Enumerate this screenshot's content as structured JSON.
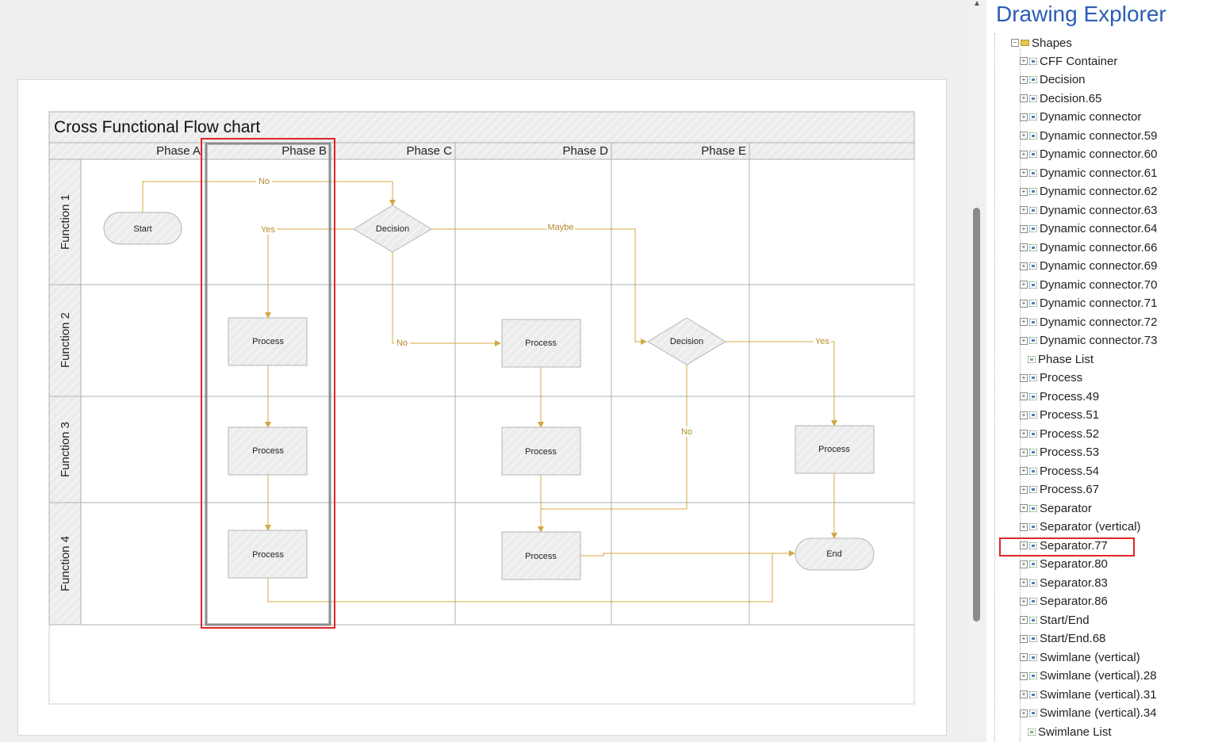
{
  "diagram": {
    "title": "Cross Functional Flow chart",
    "phases": [
      "Phase A",
      "Phase B",
      "Phase C",
      "Phase D",
      "Phase E"
    ],
    "functions": [
      "Function 1",
      "Function 2",
      "Function 3",
      "Function 4"
    ],
    "shapes": {
      "start": "Start",
      "decision1": "Decision",
      "decision2": "Decision",
      "processB2": "Process",
      "processB3": "Process",
      "processB4": "Process",
      "processD2": "Process",
      "processD3": "Process",
      "processD4": "Process",
      "processE3": "Process",
      "end": "End"
    },
    "connector_labels": {
      "no_top": "No",
      "yes": "Yes",
      "maybe": "Maybe",
      "no_c": "No",
      "yes_e": "Yes",
      "no_e": "No"
    },
    "colors": {
      "connector": "#d4a843",
      "connector_text": "#b48a2a",
      "selection": "#e02525",
      "shape_fill": "#eeeeee",
      "swimlane_header": "#e6e6e6"
    }
  },
  "explorer": {
    "title": "Drawing Explorer",
    "root": "Shapes",
    "selected": "Separator.77",
    "items": [
      {
        "label": "CFF Container",
        "expandable": true
      },
      {
        "label": "Decision",
        "expandable": true
      },
      {
        "label": "Decision.65",
        "expandable": true
      },
      {
        "label": "Dynamic connector",
        "expandable": true
      },
      {
        "label": "Dynamic connector.59",
        "expandable": true
      },
      {
        "label": "Dynamic connector.60",
        "expandable": true
      },
      {
        "label": "Dynamic connector.61",
        "expandable": true
      },
      {
        "label": "Dynamic connector.62",
        "expandable": true
      },
      {
        "label": "Dynamic connector.63",
        "expandable": true
      },
      {
        "label": "Dynamic connector.64",
        "expandable": true
      },
      {
        "label": "Dynamic connector.66",
        "expandable": true
      },
      {
        "label": "Dynamic connector.69",
        "expandable": true
      },
      {
        "label": "Dynamic connector.70",
        "expandable": true
      },
      {
        "label": "Dynamic connector.71",
        "expandable": true
      },
      {
        "label": "Dynamic connector.72",
        "expandable": true
      },
      {
        "label": "Dynamic connector.73",
        "expandable": true
      },
      {
        "label": "Phase List",
        "expandable": false
      },
      {
        "label": "Process",
        "expandable": true
      },
      {
        "label": "Process.49",
        "expandable": true
      },
      {
        "label": "Process.51",
        "expandable": true
      },
      {
        "label": "Process.52",
        "expandable": true
      },
      {
        "label": "Process.53",
        "expandable": true
      },
      {
        "label": "Process.54",
        "expandable": true
      },
      {
        "label": "Process.67",
        "expandable": true
      },
      {
        "label": "Separator",
        "expandable": true
      },
      {
        "label": "Separator (vertical)",
        "expandable": true
      },
      {
        "label": "Separator.77",
        "expandable": true
      },
      {
        "label": "Separator.80",
        "expandable": true
      },
      {
        "label": "Separator.83",
        "expandable": true
      },
      {
        "label": "Separator.86",
        "expandable": true
      },
      {
        "label": "Start/End",
        "expandable": true
      },
      {
        "label": "Start/End.68",
        "expandable": true
      },
      {
        "label": "Swimlane (vertical)",
        "expandable": true
      },
      {
        "label": "Swimlane (vertical).28",
        "expandable": true
      },
      {
        "label": "Swimlane (vertical).31",
        "expandable": true
      },
      {
        "label": "Swimlane (vertical).34",
        "expandable": true
      },
      {
        "label": "Swimlane List",
        "expandable": false
      }
    ]
  }
}
